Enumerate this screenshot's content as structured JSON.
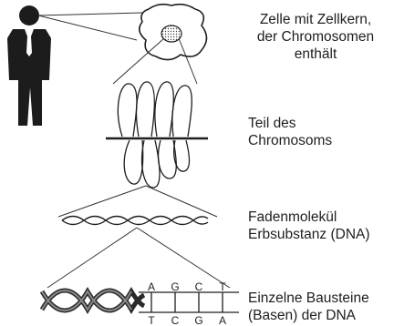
{
  "captions": {
    "cell": [
      "Zelle mit Zellkern,",
      "der Chromosomen",
      "enthält"
    ],
    "chromosome": [
      "Teil des",
      "Chromosoms"
    ],
    "dna": [
      "Fadenmolekül",
      "Erbsubstanz (DNA)"
    ],
    "bases": [
      "Einzelne Bausteine",
      "(Basen) der DNA"
    ]
  },
  "base_pairs": {
    "top": [
      "A",
      "G",
      "C",
      "T"
    ],
    "bottom": [
      "T",
      "C",
      "G",
      "A"
    ]
  }
}
